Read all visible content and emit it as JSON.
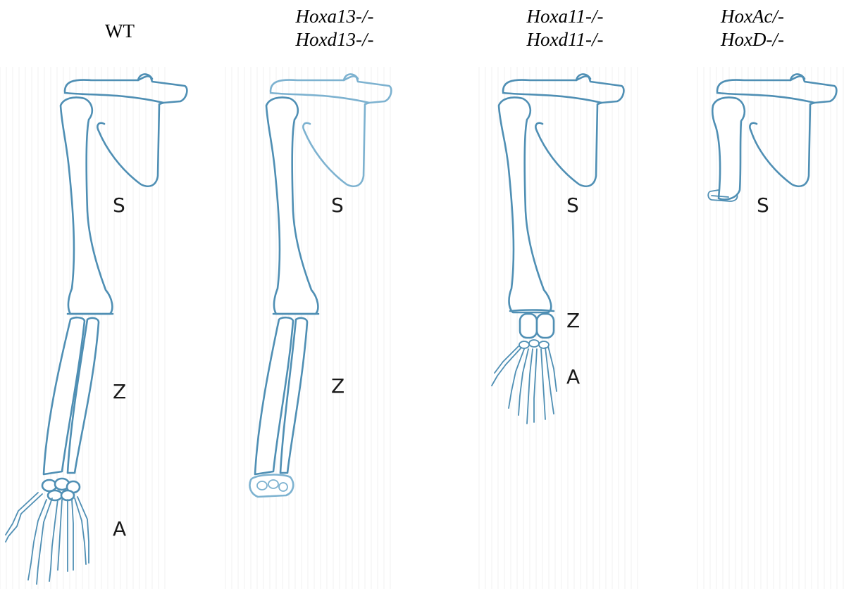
{
  "colors": {
    "bone_stroke": "#4f8fb4",
    "bone_stroke_light": "#7db2d0",
    "background": "#ffffff"
  },
  "panels": [
    {
      "title_lines": [
        "WT"
      ],
      "italic": false,
      "segments": [
        "S",
        "Z",
        "A"
      ]
    },
    {
      "title_lines": [
        "Hoxa13-/-",
        "Hoxd13-/-"
      ],
      "italic": true,
      "segments": [
        "S",
        "Z"
      ]
    },
    {
      "title_lines": [
        "Hoxa11-/-",
        "Hoxd11-/-"
      ],
      "italic": true,
      "segments": [
        "S",
        "Z",
        "A"
      ]
    },
    {
      "title_lines": [
        "HoxAc/-",
        "HoxD-/-"
      ],
      "italic": true,
      "segments": [
        "S"
      ]
    }
  ]
}
